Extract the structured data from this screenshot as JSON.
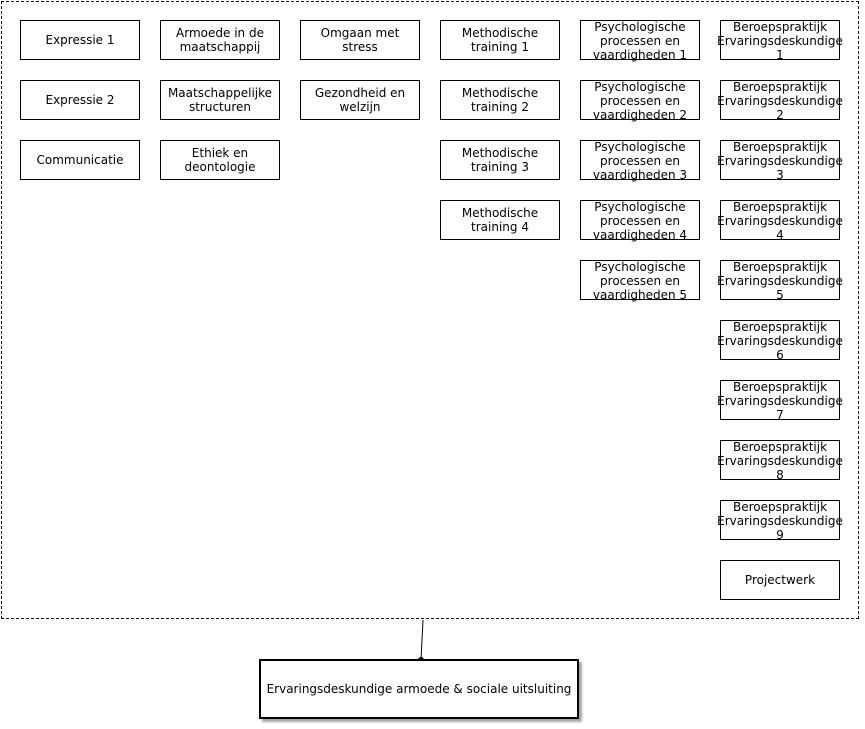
{
  "columns": [
    [
      "Expressie 1",
      "Expressie 2",
      "Communicatie"
    ],
    [
      "Armoede in de\nmaatschappij",
      "Maatschappelijke\nstructuren",
      "Ethiek en\ndeontologie"
    ],
    [
      "Omgaan met\nstress",
      "Gezondheid en\nwelzijn"
    ],
    [
      "Methodische\ntraining 1",
      "Methodische\ntraining 2",
      "Methodische\ntraining 3",
      "Methodische\ntraining 4"
    ],
    [
      "Psychologische\nprocessen en\nvaardigheden 1",
      "Psychologische\nprocessen en\nvaardigheden 2",
      "Psychologische\nprocessen en\nvaardigheden 3",
      "Psychologische\nprocessen en\nvaardigheden 4",
      "Psychologische\nprocessen en\nvaardigheden 5"
    ],
    [
      "Beroepspraktijk\nErvaringsdeskundige\n1",
      "Beroepspraktijk\nErvaringsdeskundige\n2",
      "Beroepspraktijk\nErvaringsdeskundige\n3",
      "Beroepspraktijk\nErvaringsdeskundige\n4",
      "Beroepspraktijk\nErvaringsdeskundige\n5",
      "Beroepspraktijk\nErvaringsdeskundige\n6",
      "Beroepspraktijk\nErvaringsdeskundige\n7",
      "Beroepspraktijk\nErvaringsdeskundige\n8",
      "Beroepspraktijk\nErvaringsdeskundige\n9",
      "Projectwerk"
    ]
  ],
  "main": {
    "label": "Ervaringsdeskundige armoede & sociale uitsluiting"
  }
}
